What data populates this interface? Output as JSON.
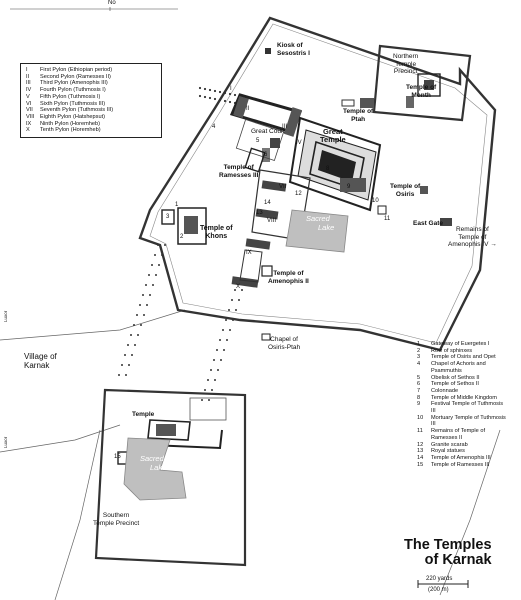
{
  "title": {
    "line1": "The Temples",
    "line2": "of Karnak"
  },
  "north": {
    "label": "No"
  },
  "pylon_key": [
    {
      "k": "I",
      "v": "First Pylon (Ethiopian period)"
    },
    {
      "k": "II",
      "v": "Second Pylon (Ramesses II)"
    },
    {
      "k": "III",
      "v": "Third Pylon (Amenophis III)"
    },
    {
      "k": "IV",
      "v": "Fourth Pylon (Tuthmosis I)"
    },
    {
      "k": "V",
      "v": "Fifth Pylon (Tuthmosis I)"
    },
    {
      "k": "VI",
      "v": "Sixth Pylon (Tuthmosis III)"
    },
    {
      "k": "VII",
      "v": "Seventh Pylon (Tuthmosis III)"
    },
    {
      "k": "VIII",
      "v": "Eighth Pylon (Hatshepsut)"
    },
    {
      "k": "IX",
      "v": "Ninth Pylon (Horemheb)"
    },
    {
      "k": "X",
      "v": "Tenth Pylon (Horemheb)"
    }
  ],
  "number_key": [
    {
      "k": "1",
      "v": "Gateway of Euergetes I"
    },
    {
      "k": "2",
      "v": "Row of sphinxes"
    },
    {
      "k": "3",
      "v": "Temple of Osiris and Opet"
    },
    {
      "k": "4",
      "v": "Chapel of Achoris and"
    },
    {
      "k": "",
      "v": "Psammuthis"
    },
    {
      "k": "5",
      "v": "Obelisk of Sethos II"
    },
    {
      "k": "6",
      "v": "Temple of Sethos II"
    },
    {
      "k": "7",
      "v": "Colonnade"
    },
    {
      "k": "8",
      "v": "Temple of Middle Kingdom"
    },
    {
      "k": "9",
      "v": "Festival Temple of Tuthmosis"
    },
    {
      "k": "",
      "v": "III"
    },
    {
      "k": "10",
      "v": "Mortuary Temple of Tuthmosis"
    },
    {
      "k": "",
      "v": "III"
    },
    {
      "k": "11",
      "v": "Remains of Temple of"
    },
    {
      "k": "",
      "v": "Ramesses II"
    },
    {
      "k": "12",
      "v": "Granite scarab"
    },
    {
      "k": "13",
      "v": "Royal statues"
    },
    {
      "k": "14",
      "v": "Temple of Amenophis III"
    },
    {
      "k": "15",
      "v": "Temple of Ramesses III"
    }
  ],
  "labels": {
    "kiosk_1": "Kiosk of",
    "kiosk_2": "Sesostris I",
    "northern_1": "Northern",
    "northern_2": "Temple",
    "northern_3": "Precinct",
    "month_1": "Temple of",
    "month_2": "Month",
    "ptah_1": "Temple of",
    "ptah_2": "Ptah",
    "great_court": "Great Court",
    "great_1": "Great",
    "great_2": "Temple",
    "ramesses3_1": "Temple of",
    "ramesses3_2": "Ramesses III",
    "osiris_1": "Temple of",
    "osiris_2": "Osiris",
    "east_gate": "East Gate",
    "remains_1": "Remains of",
    "remains_2": "Temple of",
    "remains_3": "Amenophis IV",
    "arrow": "→",
    "khons_1": "Temple of",
    "khons_2": "Khons",
    "sacred_1": "Sacred",
    "sacred_2": "Lake",
    "amen2_1": "Temple of",
    "amen2_2": "Amenophis II",
    "chapel_1": "Chapel of",
    "chapel_2": "Osiris-Ptah",
    "village_1": "Village of",
    "village_2": "Karnak",
    "temple_s": "Temple",
    "sacred_s1": "Sacred",
    "sacred_s2": "Lake",
    "southern_1": "Southern",
    "southern_2": "Temple Precinct",
    "road_1": "Luxor",
    "road_2": "Luxor",
    "pylon_i": "I",
    "pylon_ii": "II",
    "pylon_iii": "III",
    "pylon_iv": "IV",
    "pylon_vii": "VII",
    "pylon_viii": "VIII",
    "pylon_ix": "IX",
    "pylon_x": "X",
    "n1": "1",
    "n2": "2",
    "n3": "3",
    "n4": "4",
    "n5": "5",
    "n6": "6",
    "n8": "8",
    "n9": "9",
    "n10": "10",
    "n11": "11",
    "n12": "12",
    "n13": "13",
    "n14": "14",
    "n15": "15"
  },
  "scale": {
    "yards": "220 yards",
    "metres": "(200 m)"
  }
}
